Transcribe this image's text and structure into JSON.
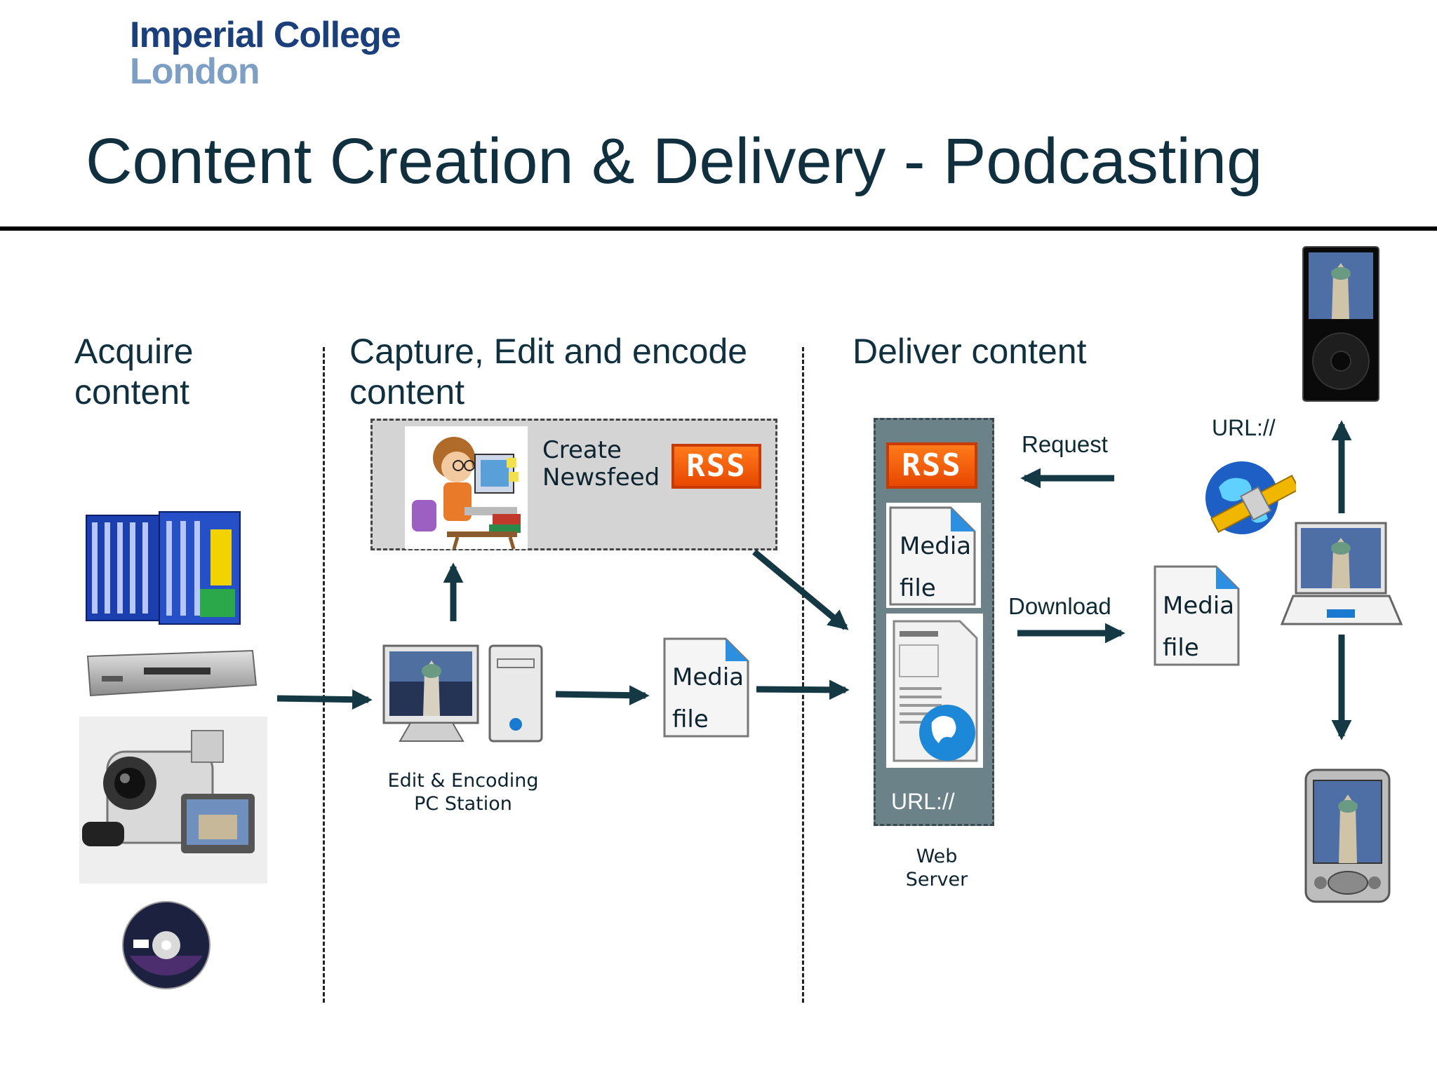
{
  "logo": {
    "line1": "Imperial College",
    "line2": "London"
  },
  "title": "Content Creation & Delivery - Podcasting",
  "sections": {
    "acquire": [
      "Acquire",
      "content"
    ],
    "capture": [
      "Capture, Edit and encode",
      "content"
    ],
    "deliver": "Deliver content"
  },
  "labels": {
    "create_newsfeed": [
      "Create",
      "Newsfeed"
    ],
    "rss": "RSS",
    "media_file": [
      "Media",
      "file"
    ],
    "edit_station": [
      "Edit & Encoding",
      "PC Station"
    ],
    "web_server": [
      "Web",
      "Server"
    ],
    "url_server": "URL://",
    "url_top": "URL://",
    "request": "Request",
    "download": "Download"
  },
  "icons": [
    "tdk-tapes-icon",
    "vcr-icon",
    "camcorder-icon",
    "dvd-icon",
    "cartoon-user-icon",
    "pc-monitor-icon",
    "pc-tower-icon",
    "media-file-icon",
    "rss-badge-icon",
    "web-server-icon",
    "satellite-globe-icon",
    "ipod-icon",
    "laptop-icon",
    "pda-icon"
  ],
  "colors": {
    "title": "#103040",
    "logo_dark": "#1a3f7a",
    "logo_light": "#7d9fc4",
    "arrow": "#153845",
    "server": "#6b8289",
    "rss": "#e84800",
    "panel": "#d4d4d4"
  }
}
